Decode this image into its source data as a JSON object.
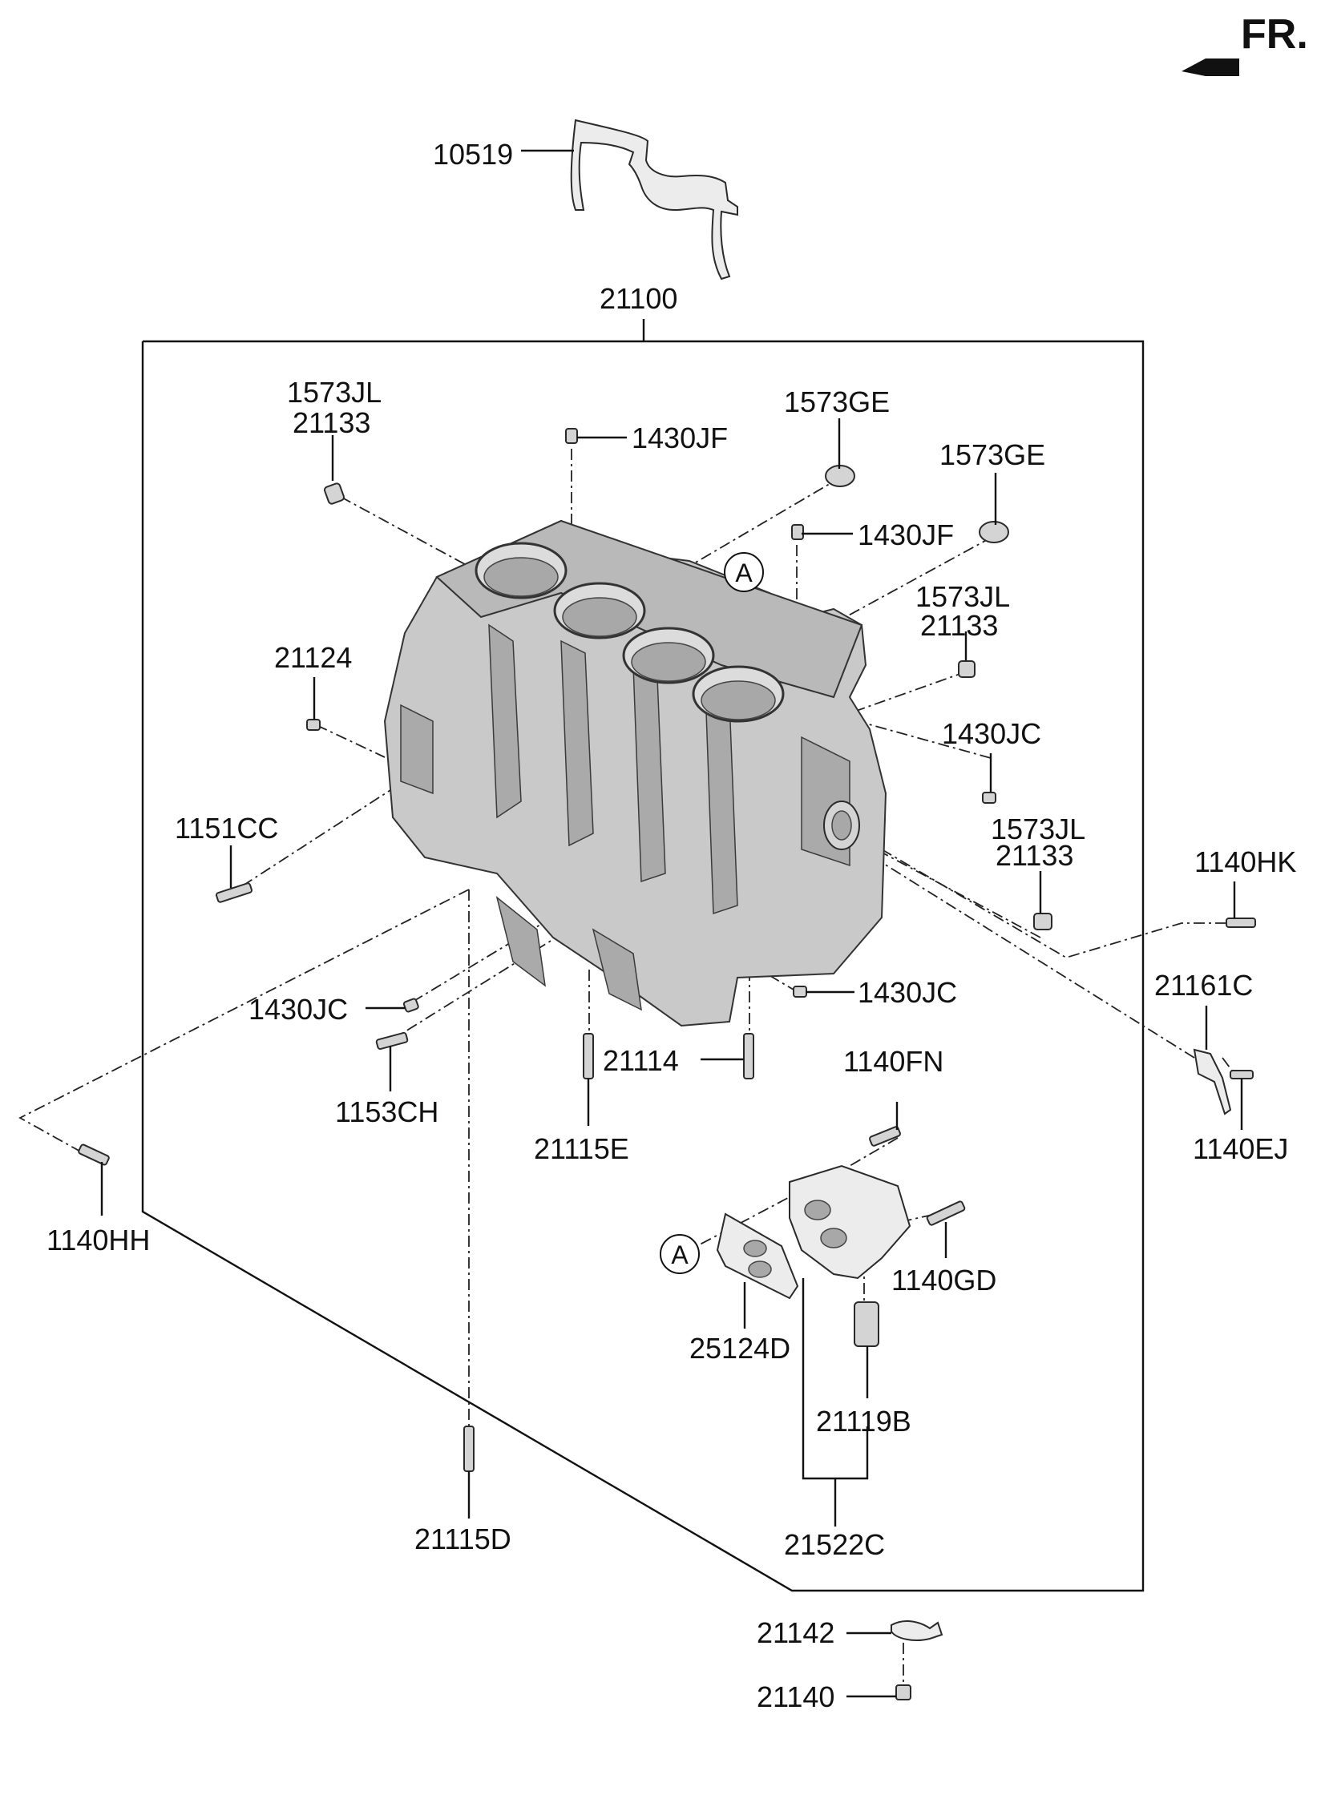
{
  "direction_marker": {
    "label": "FR.",
    "icon": "front-direction-arrow-icon"
  },
  "colors": {
    "line": "#111111",
    "part_fill": "#d4d4d4",
    "block_fill": "#c9c9c9",
    "background": "#ffffff"
  },
  "callouts": {
    "a1": "A",
    "a2": "A"
  },
  "labels": {
    "p10519": "10519",
    "p21100": "21100",
    "p1573JL_a": "1573JL",
    "p21133_a": "21133",
    "p1430JF_a": "1430JF",
    "p1573GE_a": "1573GE",
    "p1573GE_b": "1573GE",
    "p1430JF_b": "1430JF",
    "p1573JL_b": "1573JL",
    "p21133_b": "21133",
    "p21124": "21124",
    "p1430JC_a": "1430JC",
    "p1151CC": "1151CC",
    "p1573JL_c": "1573JL",
    "p21133_c": "21133",
    "p1140HK": "1140HK",
    "p21161C": "21161C",
    "p1430JC_b": "1430JC",
    "p1430JC_c": "1430JC",
    "p1153CH": "1153CH",
    "p21114": "21114",
    "p1140FN": "1140FN",
    "p21115E": "21115E",
    "p1140EJ": "1140EJ",
    "p1140HH": "1140HH",
    "p1140GD": "1140GD",
    "p25124D": "25124D",
    "p21119B": "21119B",
    "p21115D": "21115D",
    "p21522C": "21522C",
    "p21142": "21142",
    "p21140": "21140"
  }
}
